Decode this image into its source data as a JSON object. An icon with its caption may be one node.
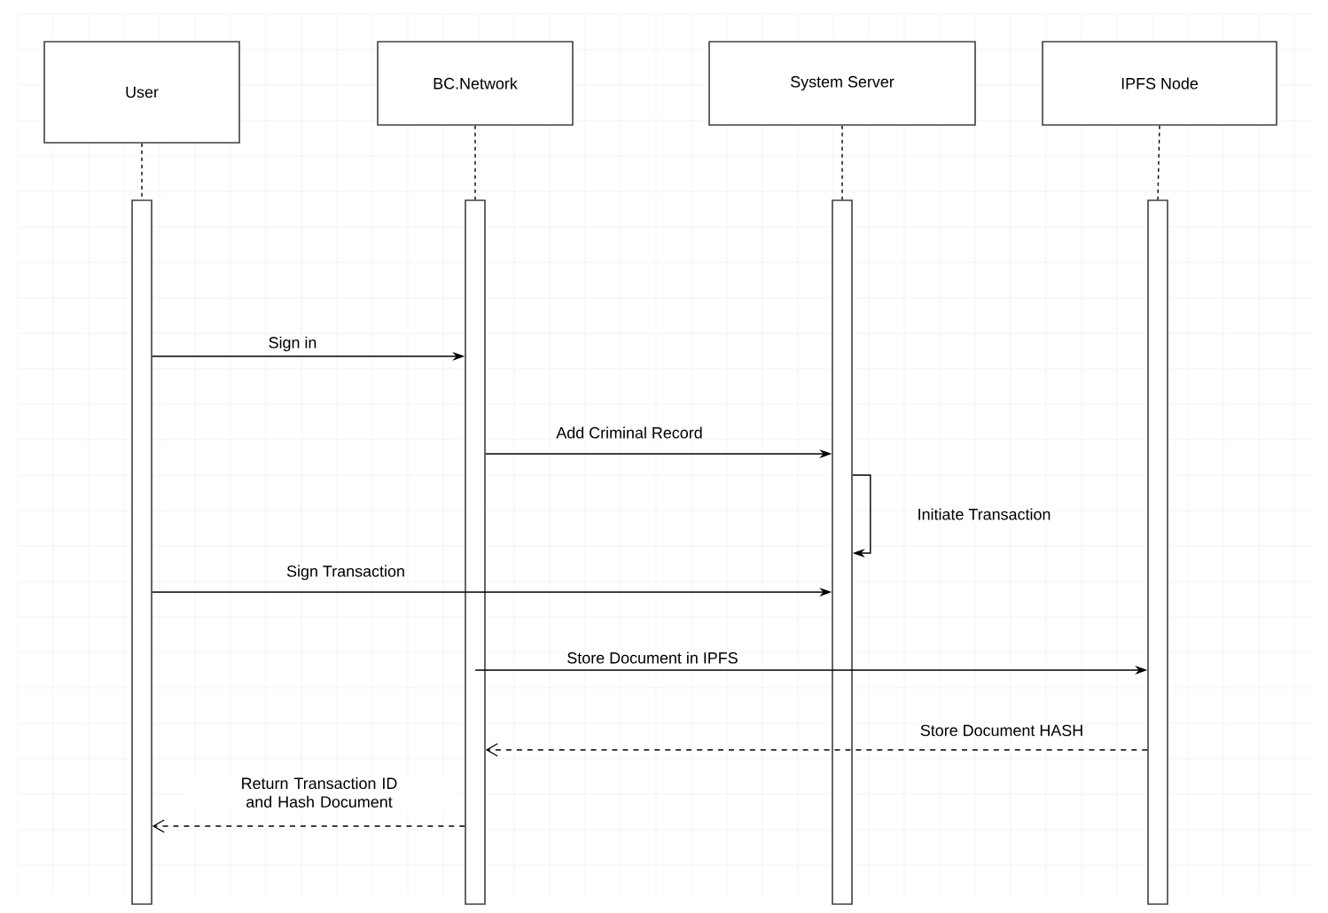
{
  "diagram": {
    "nodes": [
      {
        "text": [
          "User"
        ]
      },
      {
        "text": [
          "BC.Network"
        ]
      },
      {
        "text": [
          "System Server"
        ]
      },
      {
        "text": [
          "IPFS Node"
        ]
      },
      {
        "text": [],
        "shape": "bar"
      },
      {
        "text": [],
        "shape": "bar"
      },
      {
        "text": [],
        "shape": "bar"
      },
      {
        "text": [],
        "shape": "bar"
      }
    ],
    "edges": [
      {
        "from": 0,
        "to": 4,
        "arrow": "none",
        "style": "dashed"
      },
      {
        "from": 1,
        "to": 5,
        "arrow": "none",
        "style": "dashed"
      },
      {
        "from": 2,
        "to": 6,
        "arrow": "none",
        "style": "dashed"
      },
      {
        "from": 3,
        "to": 7,
        "arrow": "none",
        "style": "dashed"
      },
      {
        "from": 4,
        "to": 5,
        "arrow": "to",
        "label": "Sign in"
      },
      {
        "from": 5,
        "to": 6,
        "arrow": "to",
        "label": "Add Criminal Record"
      },
      {
        "from": 6,
        "to": 6,
        "arrow": "to",
        "label": "Initiate Transaction"
      },
      {
        "from": 4,
        "to": 6,
        "arrow": "to",
        "label": "Sign Transaction"
      },
      {
        "from": 5,
        "to": 7,
        "arrow": "to",
        "label": "Store Document in IPFS"
      },
      {
        "from": 7,
        "to": 5,
        "arrow": "to",
        "label": "Store Document HASH",
        "style": "dashed"
      },
      {
        "from": 5,
        "to": 4,
        "arrow": "to",
        "label": "Return Transaction ID and Hash Document",
        "style": "dashed"
      }
    ]
  }
}
